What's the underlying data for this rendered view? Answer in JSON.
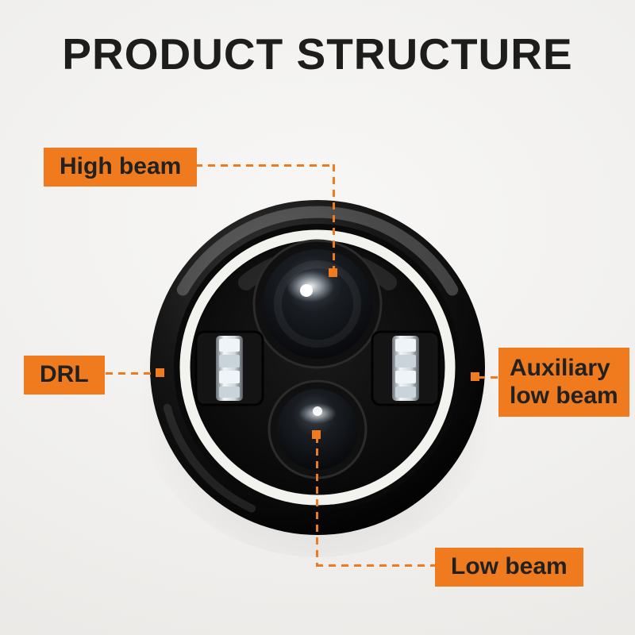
{
  "title": "PRODUCT STRUCTURE",
  "colors": {
    "accent": "#F07B1E",
    "background": "#F0EFED",
    "title_color": "#1D1D1B",
    "label_text": "#212121"
  },
  "callouts": {
    "high_beam": "High beam",
    "drl": "DRL",
    "auxiliary_low_beam": {
      "line1": "Auxiliary",
      "line2": "low beam"
    },
    "low_beam": "Low beam"
  }
}
